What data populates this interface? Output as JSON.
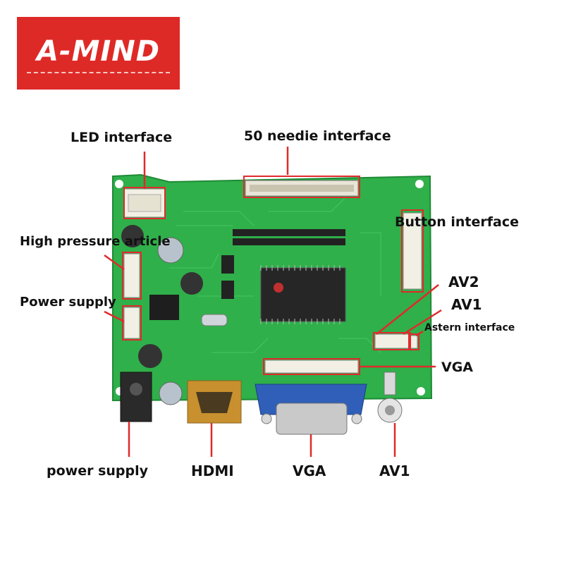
{
  "brand": {
    "name": "A-MIND"
  },
  "labels": {
    "led_interface": "LED interface",
    "needle_interface": "50 needie interface",
    "button_interface": "Button interface",
    "high_pressure": "High pressure article",
    "power_supply_side": "Power supply",
    "av2": "AV2",
    "av1_side": "AV1",
    "astern_interface": "Astern interface",
    "vga_side": "VGA",
    "power_supply_bottom": "power supply",
    "hdmi": "HDMI",
    "vga_bottom": "VGA",
    "av1_bottom": "AV1"
  },
  "colors": {
    "brand_red": "#de2a27",
    "pcb_green": "#2fb04a",
    "callout_red": "#e02a2a",
    "vga_blue": "#2f5fb8",
    "hdmi_gold": "#c8902e"
  }
}
